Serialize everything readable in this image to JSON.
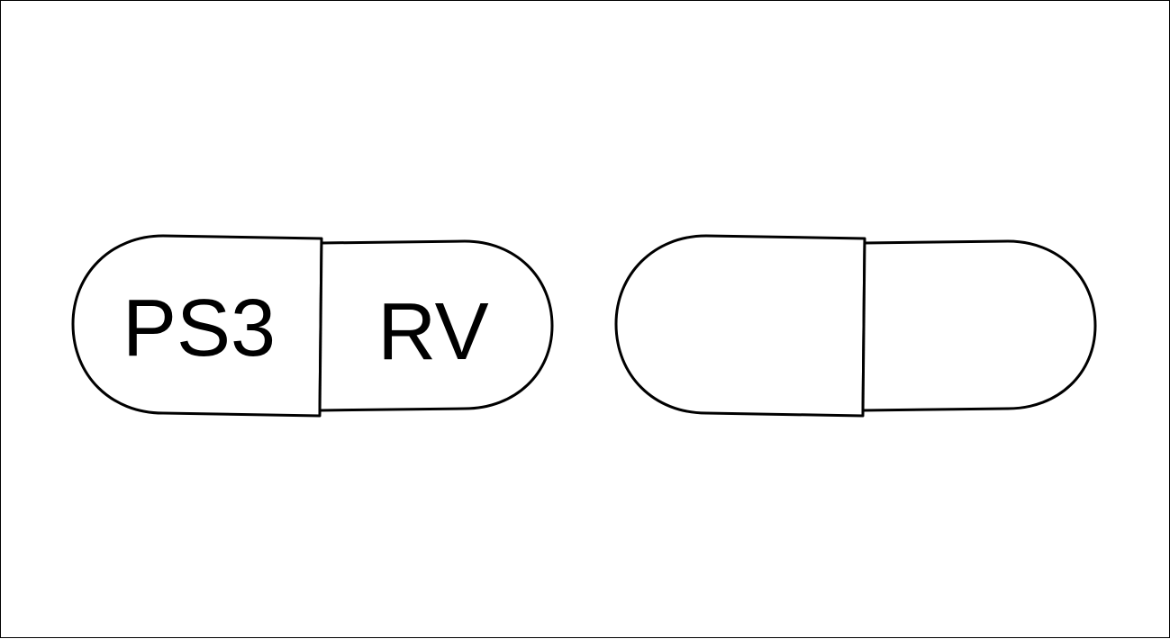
{
  "capsules": [
    {
      "side": "front",
      "left_imprint": "PS3",
      "right_imprint": "RV"
    },
    {
      "side": "back",
      "left_imprint": "",
      "right_imprint": ""
    }
  ],
  "colors": {
    "outline": "#000000",
    "fill": "#ffffff"
  }
}
